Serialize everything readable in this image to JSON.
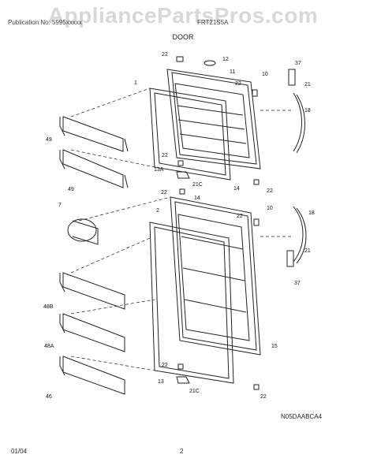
{
  "header": {
    "watermark": "AppliancePartsPros.com",
    "subtitle": "Publication No: 5995xxxxx",
    "model": "FRT21S5A",
    "section_title": "DOOR"
  },
  "callouts": [
    "22",
    "12",
    "1",
    "11",
    "10",
    "22",
    "37",
    "21",
    "18",
    "49",
    "22",
    "22",
    "13A",
    "21C",
    "49",
    "22",
    "14",
    "14",
    "22",
    "10",
    "7",
    "2",
    "18",
    "21",
    "48B",
    "37",
    "15",
    "48A",
    "22",
    "13",
    "21C",
    "22",
    "46"
  ],
  "footer": {
    "date": "01/04",
    "page": "2",
    "diagram_code": "N05DAABCA4"
  }
}
